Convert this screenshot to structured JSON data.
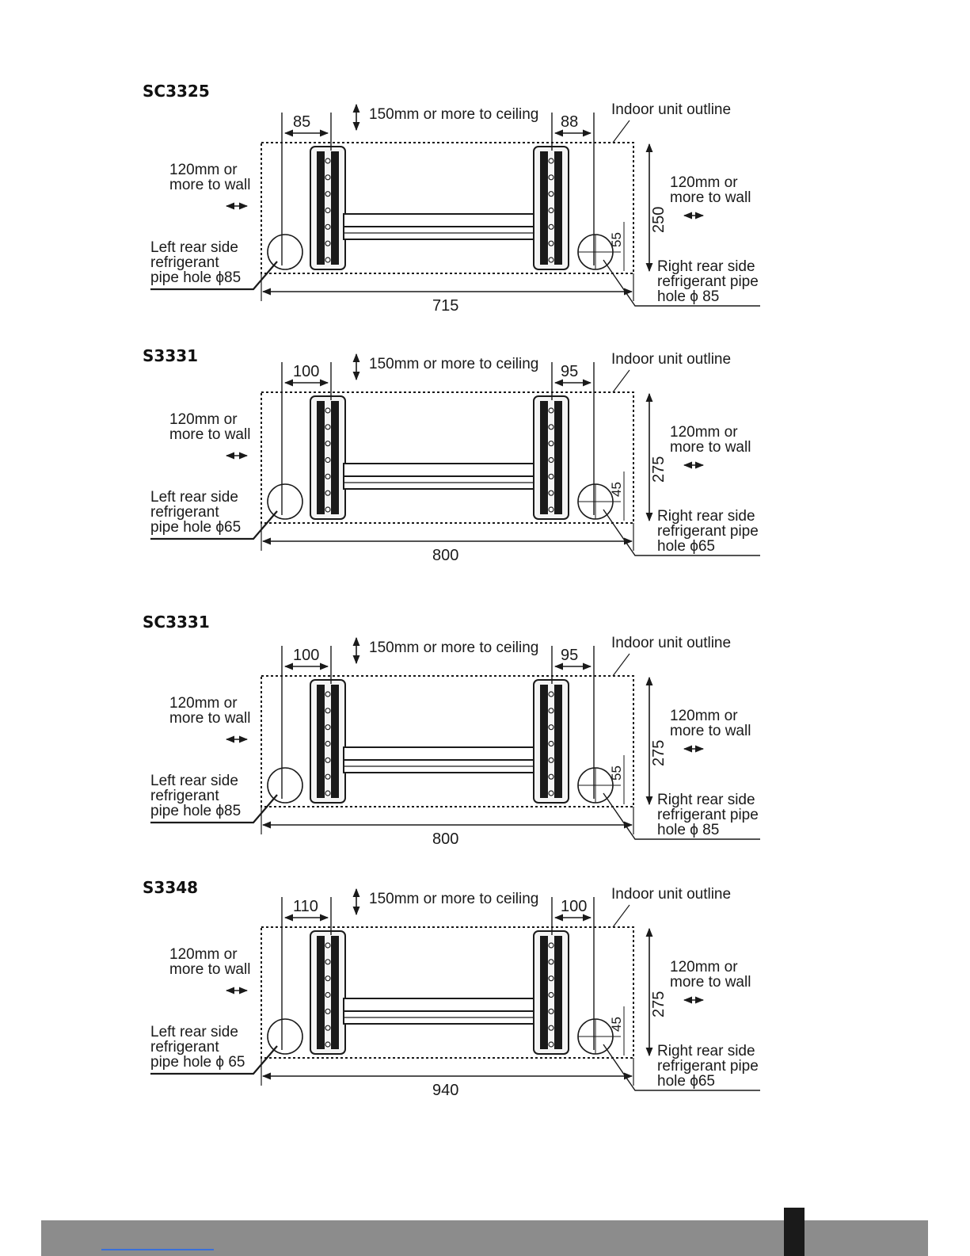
{
  "diagrams": [
    {
      "model": "SC3325",
      "ceiling_label": "150mm or more to ceiling",
      "outline_label": "Indoor unit outline",
      "wall_left": [
        "120mm or",
        "more to wall"
      ],
      "wall_right": [
        "120mm or",
        "more to wall"
      ],
      "left_hole": [
        "Left rear side",
        "refrigerant",
        "pipe hole  ϕ85"
      ],
      "right_hole": [
        "Right rear side",
        "refrigerant pipe",
        "hole  ϕ 85"
      ],
      "dim_left": "85",
      "dim_right": "88",
      "dim_height": "250",
      "dim_hole": "55",
      "dim_width": "715"
    },
    {
      "model": "S3331",
      "ceiling_label": "150mm or more to ceiling",
      "outline_label": "Indoor unit outline",
      "wall_left": [
        "120mm or",
        "more to wall"
      ],
      "wall_right": [
        "120mm or",
        "more to wall"
      ],
      "left_hole": [
        "Left rear side",
        "refrigerant",
        "pipe hole  ϕ65"
      ],
      "right_hole": [
        "Right rear side",
        "refrigerant pipe",
        "hole  ϕ65"
      ],
      "dim_left": "100",
      "dim_right": "95",
      "dim_height": "275",
      "dim_hole": "45",
      "dim_width": "800"
    },
    {
      "model": "SC3331",
      "ceiling_label": "150mm or more to ceiling",
      "outline_label": "Indoor unit outline",
      "wall_left": [
        "120mm or",
        "more to wall"
      ],
      "wall_right": [
        "120mm or",
        "more to wall"
      ],
      "left_hole": [
        "Left rear side",
        "refrigerant",
        "pipe hole  ϕ85"
      ],
      "right_hole": [
        "Right rear side",
        "refrigerant pipe",
        "hole  ϕ 85"
      ],
      "dim_left": "100",
      "dim_right": "95",
      "dim_height": "275",
      "dim_hole": "55",
      "dim_width": "800"
    },
    {
      "model": "S3348",
      "ceiling_label": "150mm or more to ceiling",
      "outline_label": "Indoor unit outline",
      "wall_left": [
        "120mm or",
        "more to wall"
      ],
      "wall_right": [
        "120mm or",
        "more to wall"
      ],
      "left_hole": [
        "Left rear side",
        "refrigerant",
        "pipe hole  ϕ 65"
      ],
      "right_hole": [
        "Right rear side",
        "refrigerant pipe",
        "hole  ϕ65"
      ],
      "dim_left": "110",
      "dim_right": "100",
      "dim_height": "275",
      "dim_hole": "45",
      "dim_width": "940"
    }
  ]
}
